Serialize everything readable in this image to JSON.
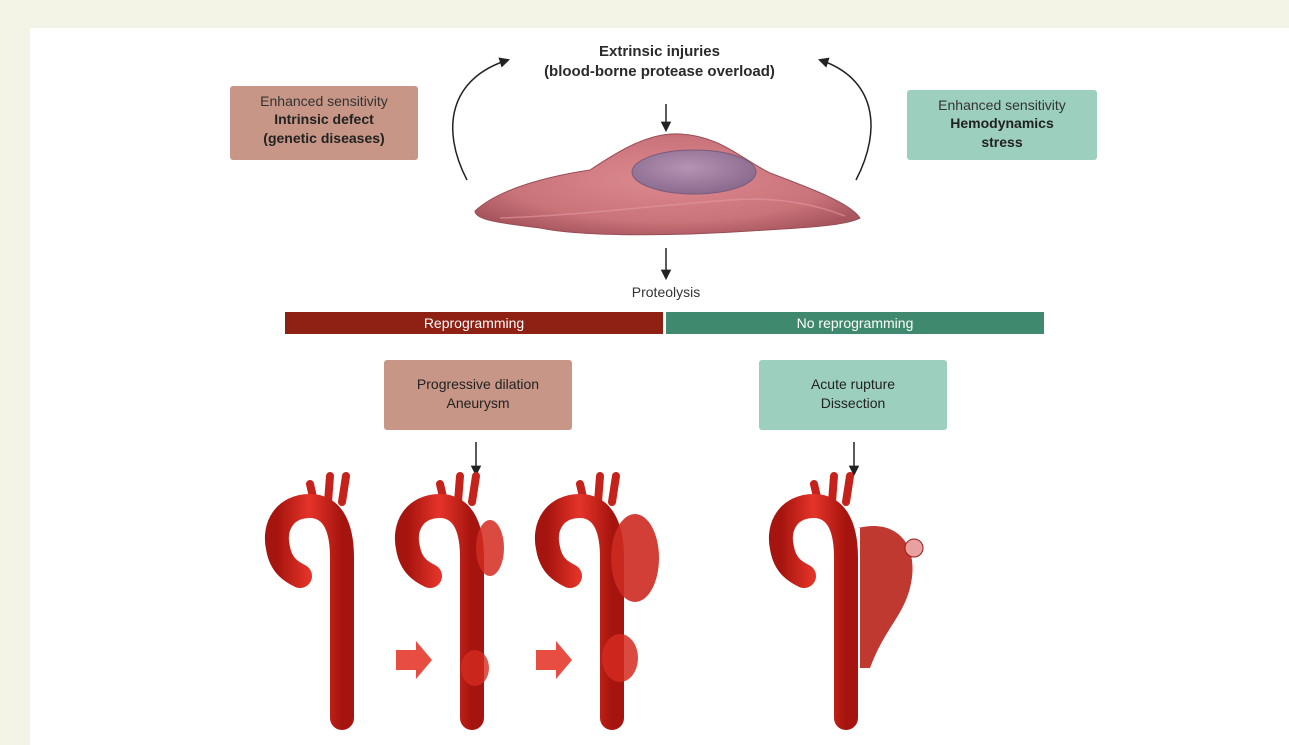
{
  "top": {
    "line1": "Extrinsic injuries",
    "line2": "(blood-borne protease overload)"
  },
  "left_box": {
    "sub": "Enhanced sensitivity",
    "line1": "Intrinsic defect",
    "line2": "(genetic diseases)"
  },
  "right_box": {
    "sub": "Enhanced sensitivity",
    "line1": "Hemodynamics",
    "line2": "stress"
  },
  "proteolysis": "Proteolysis",
  "bars": {
    "left": "Reprogramming",
    "right": "No reprogramming"
  },
  "outcomes": {
    "left_line1": "Progressive dilation",
    "left_line2": "Aneurysm",
    "right_line1": "Acute rupture",
    "right_line2": "Dissection"
  },
  "colors": {
    "red_dark": "#8e2014",
    "green_dark": "#3f8a6e",
    "red_light": "#c79686",
    "green_light": "#9ccfbd",
    "aorta": "#d42a20",
    "cell": "#c9737a"
  }
}
